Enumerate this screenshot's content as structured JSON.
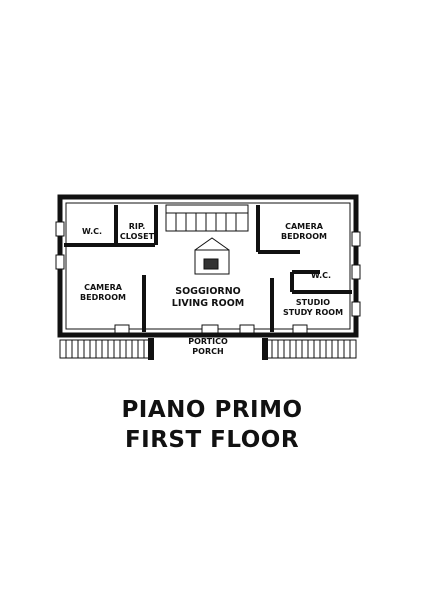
{
  "rooms": {
    "wc_1": "W.C.",
    "rip_line1": "RIP.",
    "rip_line2": "CLOSET",
    "camera_right_line1": "CAMERA",
    "camera_right_line2": "BEDROOM",
    "wc_2": "W.C.",
    "camera_left_line1": "CAMERA",
    "camera_left_line2": "BEDROOM",
    "soggiorno_line1": "SOGGIORNO",
    "soggiorno_line2": "LIVING ROOM",
    "studio_line1": "STUDIO",
    "studio_line2": "STUDY ROOM",
    "portico_line1": "PORTICO",
    "portico_line2": "PORCH"
  },
  "caption": {
    "line1": "PIANO PRIMO",
    "line2": "FIRST FLOOR"
  }
}
